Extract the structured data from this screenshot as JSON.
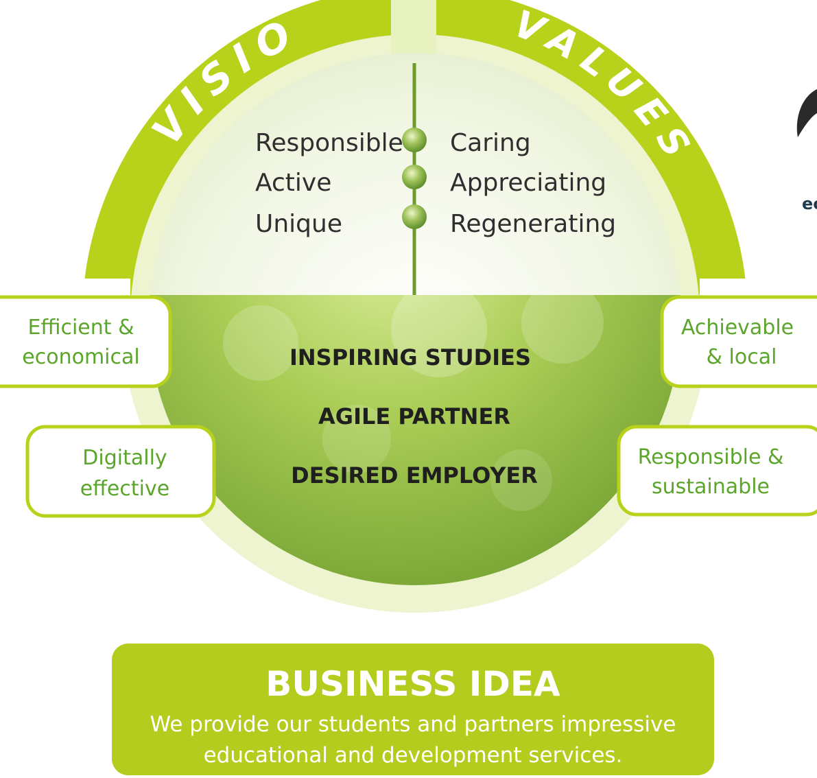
{
  "ring": {
    "vision_label": "VISION",
    "values_label": "VALUES"
  },
  "values": {
    "left": [
      "Responsible",
      "Active",
      "Unique"
    ],
    "right": [
      "Caring",
      "Appreciating",
      "Regenerating"
    ]
  },
  "goals": [
    "INSPIRING STUDIES",
    "AGILE PARTNER",
    "DESIRED EMPLOYER"
  ],
  "strategy": {
    "top_left": [
      "Efficient &",
      "economical"
    ],
    "bottom_left": [
      "Digitally",
      "effective"
    ],
    "top_right": [
      "Achievable",
      "& local"
    ],
    "bottom_right": [
      "Responsible &",
      "sustainable"
    ]
  },
  "business_idea": {
    "title": "BUSINESS IDEA",
    "line1": "We provide our students and partners impressive",
    "line2": "educational and development services."
  },
  "edge_fragment": "ec",
  "colors": {
    "ring_green": "#b5cf1b",
    "accent_green": "#5aa52a",
    "pale_green": "#eaf3c8",
    "stem_green": "#6f9a2c"
  }
}
